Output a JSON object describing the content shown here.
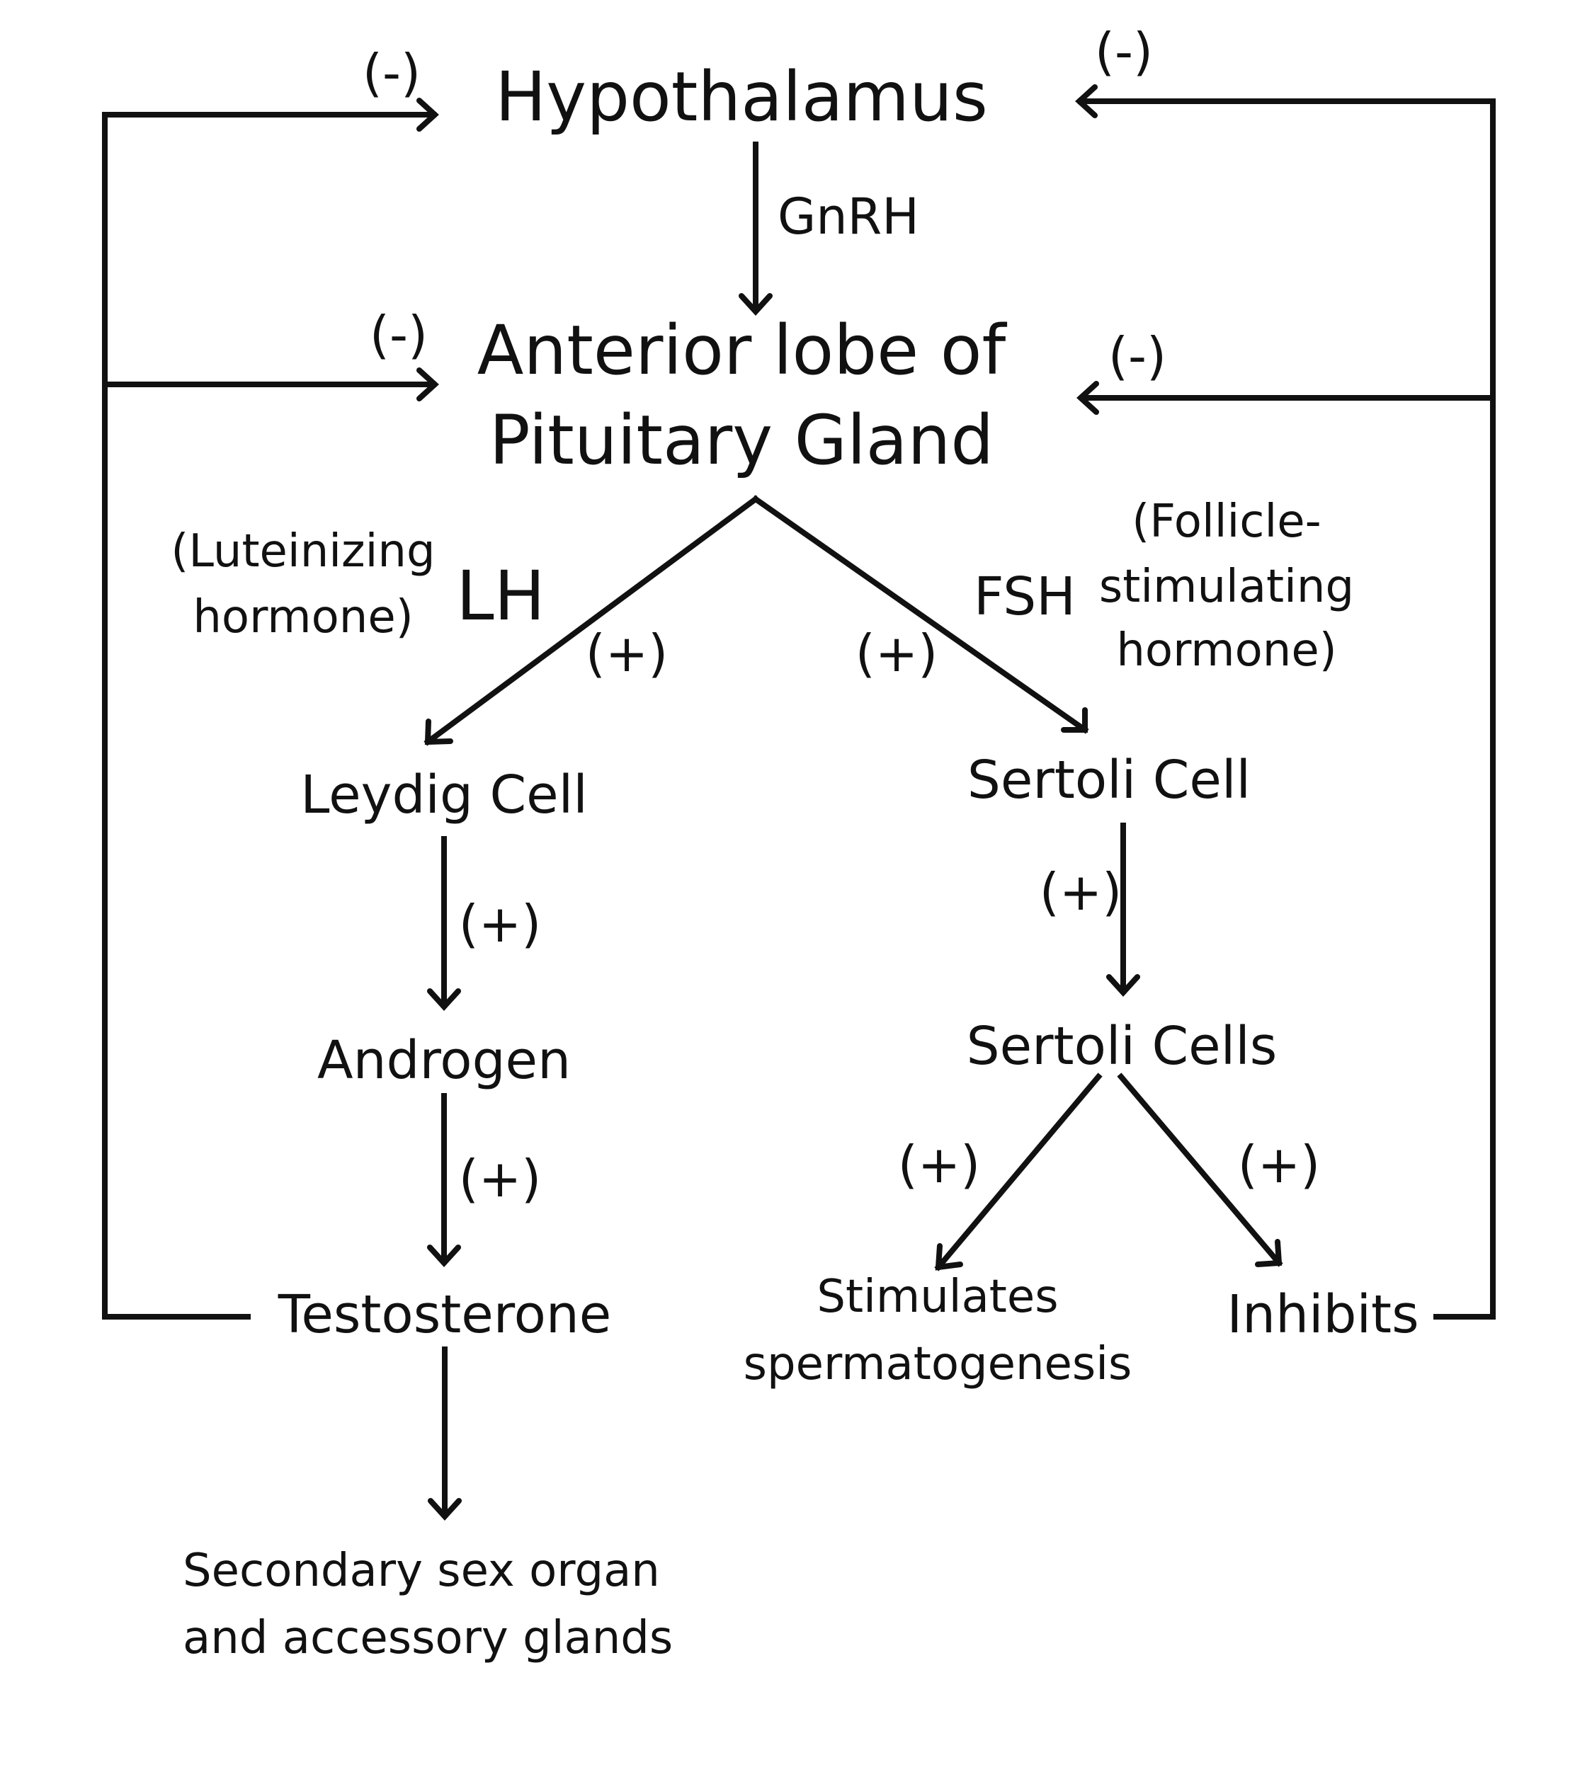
{
  "nodes": {
    "hypothalamus": "Hypothalamus",
    "pituitary_line1": "Anterior lobe of",
    "pituitary_line2": "Pituitary Gland",
    "leydig": "Leydig Cell",
    "sertoli_cell": "Sertoli Cell",
    "androgen": "Androgen",
    "sertoli_cells": "Sertoli Cells",
    "testosterone": "Testosterone",
    "stimulates_line1": "Stimulates",
    "stimulates_line2": "spermatogenesis",
    "inhibits": "Inhibits",
    "secondary_line1": "Secondary sex organ",
    "secondary_line2": "and accessory glands"
  },
  "labels": {
    "gnrh": "GnRH",
    "lh": "LH",
    "lh_full_line1": "(Luteinizing",
    "lh_full_line2": "hormone)",
    "fsh": "FSH",
    "fsh_full_line1": "(Follicle-",
    "fsh_full_line2": "stimulating",
    "fsh_full_line3": "hormone)"
  },
  "signs": {
    "negative": "(-)",
    "positive": "(+)"
  },
  "colors": {
    "ink": "#111111",
    "background": "#ffffff"
  }
}
